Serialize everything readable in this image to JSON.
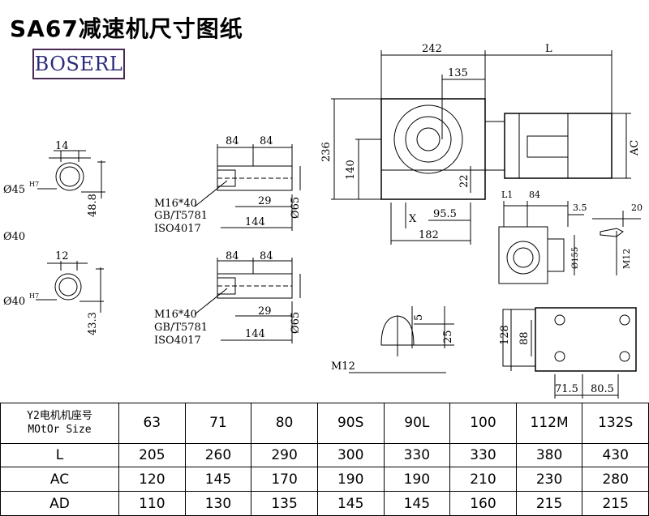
{
  "header": {
    "title": "SA67减速机尺寸图纸",
    "logo_text": "BOSERL"
  },
  "drawing": {
    "shaft_a": {
      "key_width": "14",
      "bore": "Ø45",
      "fit": "H7",
      "height": "48.8"
    },
    "shaft_between_label": "Ø40",
    "shaft_b": {
      "key_width": "12",
      "bore": "Ø40",
      "fit": "H7",
      "height": "43.3"
    },
    "sleeve": {
      "dim_a": "84",
      "dim_b": "84",
      "bolt_1": "M16*40",
      "bolt_2": "GB/T5781",
      "bolt_3": "ISO4017",
      "dim_29": "29",
      "dim_144": "144",
      "dia": "Ø65"
    },
    "motor": {
      "d242": "242",
      "dL": "L",
      "d135": "135",
      "d236": "236",
      "d140": "140",
      "d22": "22",
      "d95_5": "95.5",
      "d182": "182",
      "dAC": "AC",
      "x_label": "X"
    },
    "flange": {
      "dL1": "L1",
      "d84": "84",
      "d155": "Ø155",
      "d3_5": "3.5"
    },
    "side": {
      "d20": "20",
      "dM12": "M12"
    },
    "bottom": {
      "d128": "128",
      "d88": "88",
      "d71_5": "71.5",
      "d80_5": "80.5"
    },
    "bolt": {
      "d5": "5",
      "d25": "25",
      "dM12": "M12"
    }
  },
  "table": {
    "header": [
      "Y2电机机座号",
      "MOtOr Size"
    ],
    "sizes": [
      "63",
      "71",
      "80",
      "90S",
      "90L",
      "100",
      "112M",
      "132S"
    ],
    "rows": [
      {
        "label": "L",
        "values": [
          "205",
          "260",
          "290",
          "300",
          "330",
          "330",
          "380",
          "430"
        ]
      },
      {
        "label": "AC",
        "values": [
          "120",
          "145",
          "170",
          "190",
          "190",
          "210",
          "230",
          "280"
        ]
      },
      {
        "label": "AD",
        "values": [
          "110",
          "130",
          "135",
          "145",
          "145",
          "160",
          "215",
          "215"
        ]
      }
    ]
  }
}
